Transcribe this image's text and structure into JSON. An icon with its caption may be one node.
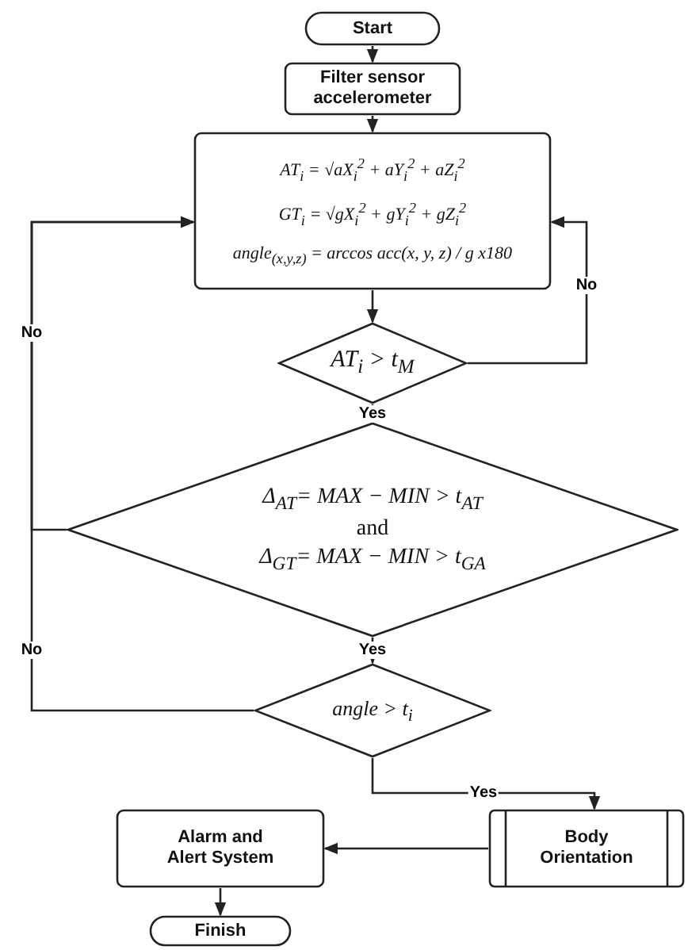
{
  "diagram": {
    "nodes": [
      {
        "text": [
          "Start"
        ]
      },
      {
        "text": [
          "Filter sensor accelerometer"
        ]
      },
      {
        "text": [
          "AT$_{i}$ = √aX$_{i}$$^{2}$ + aY$_{i}$$^{2}$ + aZ$_{i}$$^{2}$",
          "GT$_{i}$ = √gX$_{i}$$^{2}$ + gY$_{i}$$^{2}$ + gZ$_{i}$$^{2}$",
          "angle$_{(x,y,z)}$ = arccos acc(x, y, z) / g x180"
        ]
      },
      {
        "text": [
          "AT$_{i}$ > t$_{M}$"
        ]
      },
      {
        "text": [
          "Δ$_{AT}$= MAX − MIN > t$_{AT}$",
          "and",
          "Δ$_{GT}$= MAX − MIN > t$_{GA}$"
        ]
      },
      {
        "text": [
          "angle > t$_{i}$"
        ]
      },
      {
        "text": [
          "Alarm and Alert System"
        ]
      },
      {
        "text": [
          "Body Orientation"
        ]
      },
      {
        "text": [
          "Finish"
        ]
      }
    ],
    "edges": [
      {
        "from": 0,
        "to": 1,
        "arrow": "to"
      },
      {
        "from": 1,
        "to": 2,
        "arrow": "to"
      },
      {
        "from": 2,
        "to": 3,
        "arrow": "to"
      },
      {
        "from": 3,
        "to": 2,
        "arrow": "to",
        "label": "No"
      },
      {
        "from": 3,
        "to": 4,
        "arrow": "none",
        "label": "Yes"
      },
      {
        "from": 4,
        "to": 2,
        "arrow": "to",
        "label": "No"
      },
      {
        "from": 4,
        "to": 5,
        "arrow": "to",
        "label": "Yes"
      },
      {
        "from": 5,
        "to": 2,
        "arrow": "to",
        "label": "No"
      },
      {
        "from": 5,
        "to": 7,
        "arrow": "to",
        "label": "Yes"
      },
      {
        "from": 7,
        "to": 6,
        "arrow": "to"
      },
      {
        "from": 6,
        "to": 8,
        "arrow": "to"
      }
    ]
  }
}
